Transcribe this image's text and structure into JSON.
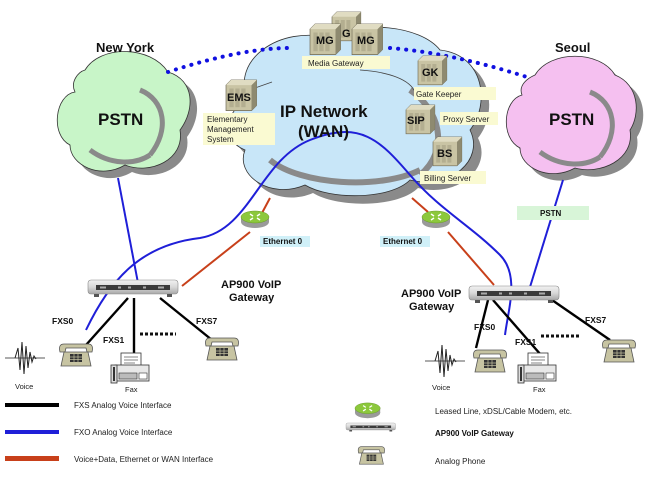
{
  "title": "AP900 VoIP Gateway network topology",
  "colors": {
    "fxs_line": "#000000",
    "fxo_line": "#1f1fd8",
    "wan_line": "#c8401a",
    "pstn_ny_fill": "#c8f5c8",
    "pstn_seoul_fill": "#f5c0f0",
    "ip_cloud_fill": "#c8e6f8",
    "label_bg": "#fafad2",
    "ethernet_label_bg": "#d0f0f8",
    "pstn_label_bg": "#d8f5d8",
    "router_fill": "#8cc83c"
  },
  "locations": {
    "left_city": "New York",
    "right_city": "Seoul"
  },
  "clouds": {
    "left_pstn": "PSTN",
    "right_pstn": "PSTN",
    "ip_network_line1": "IP Network",
    "ip_network_line2": "(WAN)"
  },
  "servers": {
    "mg1": "MG",
    "mg2": "MG",
    "mg_hidden": "G",
    "mg_label": "Media Gateway",
    "ems": "EMS",
    "ems_label_line1": "Elementary",
    "ems_label_line2": "Management",
    "ems_label_line3": "System",
    "gk": "GK",
    "gk_label": "Gate Keeper",
    "sip": "SIP",
    "sip_label": "Proxy Server",
    "bs": "BS",
    "bs_label": "Billing Server"
  },
  "links": {
    "left_ethernet": "Ethernet 0",
    "right_ethernet": "Ethernet 0",
    "right_pstn_tag": "PSTN"
  },
  "gateways": {
    "left_line1": "AP900 VoIP",
    "left_line2": "Gateway",
    "right_line1": "AP900 VoIP",
    "right_line2": "Gateway"
  },
  "ports": {
    "left": {
      "fxs0": "FXS0",
      "fxs1": "FXS1",
      "fxs7": "FXS7"
    },
    "right": {
      "fxs0": "FXS0",
      "fxs1": "FXS1",
      "fxs7": "FXS7"
    }
  },
  "devices": {
    "left_voice": "Voice",
    "left_fax": "Fax",
    "right_voice": "Voice",
    "right_fax": "Fax"
  },
  "legend": {
    "lines": [
      {
        "label": "FXS Analog Voice Interface",
        "color": "#000000"
      },
      {
        "label": "FXO Analog Voice Interface",
        "color": "#1f1fd8"
      },
      {
        "label": "Voice+Data, Ethernet or WAN Interface",
        "color": "#c8401a"
      }
    ],
    "icons": [
      {
        "icon": "router-icon",
        "label": "Leased Line, xDSL/Cable Modem, etc."
      },
      {
        "icon": "voip-gateway-icon",
        "label": "AP900 VoIP Gateway"
      },
      {
        "icon": "analog-phone-icon",
        "label": "Analog Phone"
      }
    ]
  }
}
